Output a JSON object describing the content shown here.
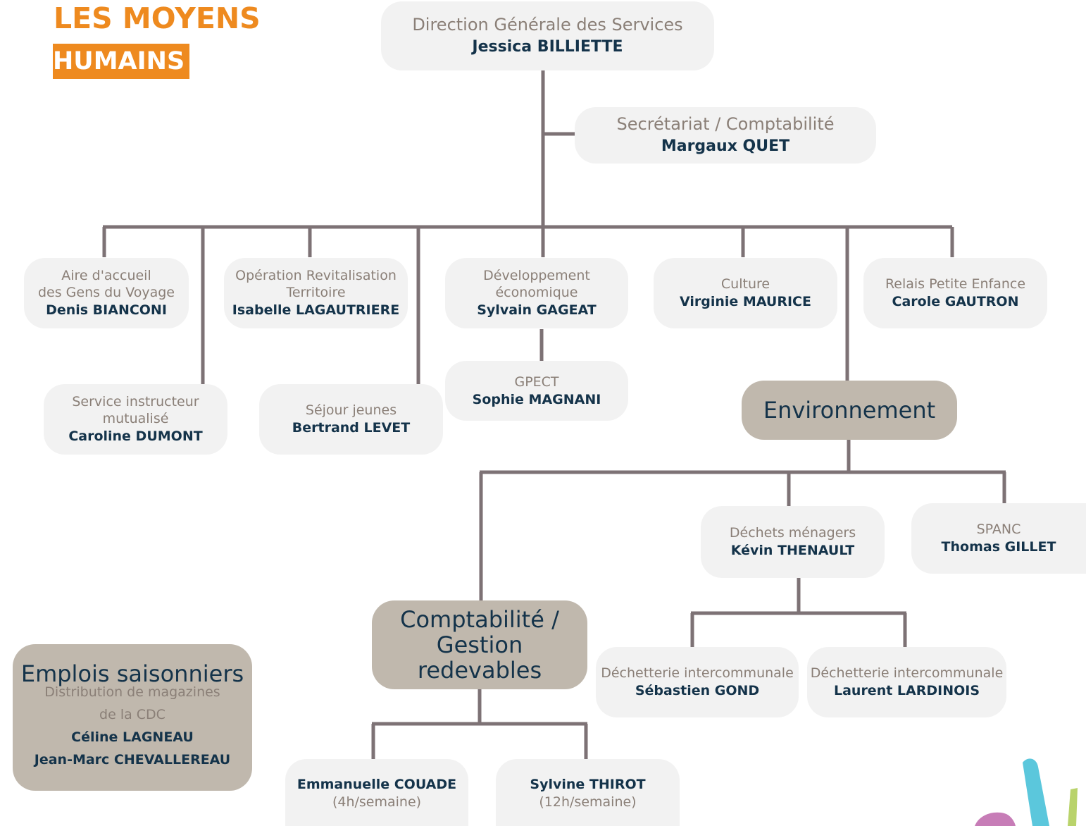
{
  "title": {
    "line1": "LES MOYENS",
    "line2": "HUMAINS"
  },
  "dgs": {
    "label": "Direction Générale des Services",
    "name": "Jessica BILLIETTE"
  },
  "secretariat": {
    "label": "Secrétariat / Comptabilité",
    "name": "Margaux QUET"
  },
  "aire": {
    "label1": "Aire d'accueil",
    "label2": "des Gens du Voyage",
    "name": "Denis BIANCONI"
  },
  "ort": {
    "label1": "Opération Revitalisation",
    "label2": "Territoire",
    "name": "Isabelle LAGAUTRIERE"
  },
  "dev": {
    "label1": "Développement",
    "label2": "économique",
    "name": "Sylvain GAGEAT"
  },
  "culture": {
    "label": "Culture",
    "name": "Virginie MAURICE"
  },
  "rpe": {
    "label": "Relais Petite Enfance",
    "name": "Carole GAUTRON"
  },
  "service": {
    "label1": "Service instructeur",
    "label2": "mutualisé",
    "name": "Caroline DUMONT"
  },
  "sejour": {
    "label": "Séjour jeunes",
    "name": "Bertrand LEVET"
  },
  "gpect": {
    "label": "GPECT",
    "name": "Sophie MAGNANI"
  },
  "environnement": {
    "label": "Environnement"
  },
  "dechets": {
    "label": "Déchets ménagers",
    "name": "Kévin THENAULT"
  },
  "spanc": {
    "label": "SPANC",
    "name": "Thomas GILLET"
  },
  "compta": {
    "line1": "Comptabilité /",
    "line2": "Gestion redevables"
  },
  "decheterie1": {
    "label": "Déchetterie intercommunale",
    "name": "Sébastien GOND"
  },
  "decheterie2": {
    "label": "Déchetterie intercommunale",
    "name": "Laurent LARDINOIS"
  },
  "couade": {
    "name": "Emmanuelle COUADE",
    "hours": "(4h/semaine)"
  },
  "thirot": {
    "name": "Sylvine THIROT",
    "hours": "(12h/semaine)"
  },
  "saisonniers": {
    "title": "Emplois saisonniers",
    "label1": "Distribution de magazines",
    "label2": "de la CDC",
    "name1": "Céline LAGNEAU",
    "name2": "Jean-Marc CHEVALLEREAU"
  },
  "colors": {
    "accent": "#ee8a1f",
    "line": "#7d7275",
    "box": "#f2f2f2",
    "tan": "#c0b8ad",
    "name": "#14334a",
    "label": "#8a7f77"
  }
}
